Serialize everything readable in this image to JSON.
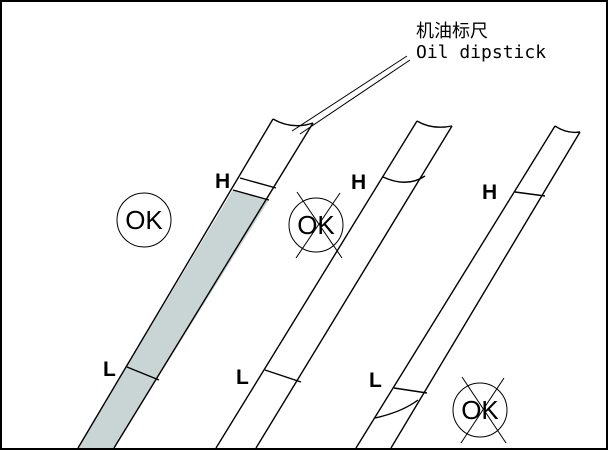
{
  "callout": {
    "label_cn": "机油标尺",
    "label_en": "Oil dipstick"
  },
  "markers": {
    "high": "H",
    "low": "L"
  },
  "badges": {
    "ok": "OK"
  },
  "dipsticks": [
    {
      "id": "correct-level",
      "status": "OK",
      "crossed_out": false,
      "oil_level": "between H and L"
    },
    {
      "id": "overfilled",
      "status": "OK",
      "crossed_out": true,
      "oil_level": "above H"
    },
    {
      "id": "underfilled",
      "status": "OK",
      "crossed_out": true,
      "oil_level": "below L"
    }
  ],
  "colors": {
    "oil_fill": "#c9d5d5",
    "outline": "#000000",
    "background": "#ffffff"
  }
}
